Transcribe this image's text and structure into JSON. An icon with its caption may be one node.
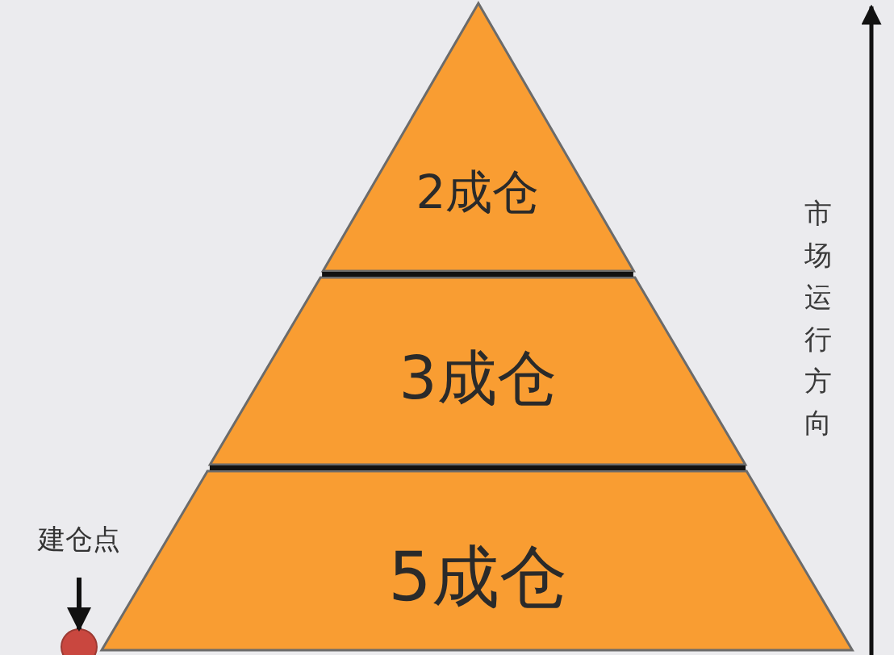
{
  "diagram": {
    "nodes": [
      {
        "text": [
          "2成仓"
        ]
      },
      {
        "text": [
          "3成仓"
        ]
      },
      {
        "text": [
          "5成仓"
        ]
      },
      {
        "text": [
          "建仓点"
        ]
      },
      {
        "text": [],
        "shape": "circle"
      }
    ],
    "edges": [
      {
        "from": 3,
        "to": 4,
        "arrow": "to"
      }
    ],
    "labels": [
      "市场运行方向"
    ]
  }
}
